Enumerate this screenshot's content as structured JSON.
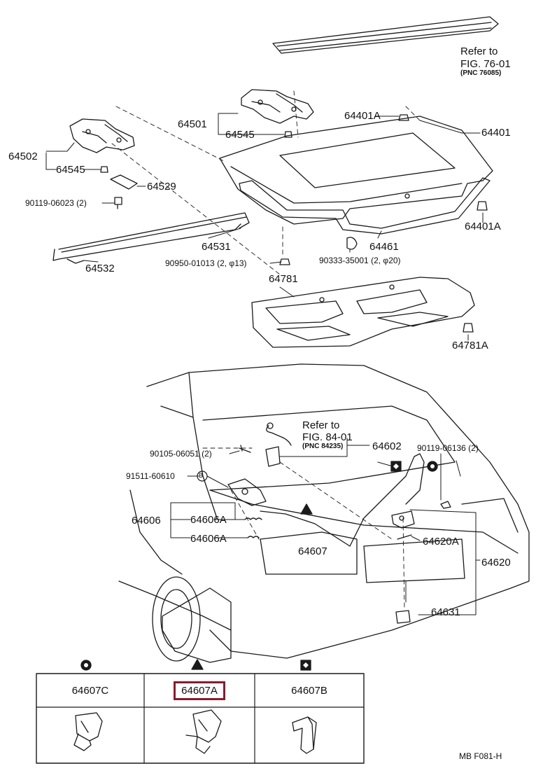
{
  "colors": {
    "ink": "#1a1a1a",
    "highlight": "#8b1a2b",
    "background": "#ffffff"
  },
  "labels": {
    "refer_76": "Refer to",
    "fig_76": "FIG. 76-01",
    "pnc_76": "(PNC 76085)",
    "p64401A_top": "64401A",
    "p64401": "64401",
    "p64501": "64501",
    "p64545_top": "64545",
    "p64502": "64502",
    "p64545_left": "64545",
    "p64529": "64529",
    "p90119_06023": "90119-06023 (2)",
    "p64531": "64531",
    "p64532": "64532",
    "p90950": "90950-01013 (2, φ13)",
    "p90333": "90333-35001 (2, φ20)",
    "p64461": "64461",
    "p64401A_right": "64401A",
    "p64781": "64781",
    "p64781A": "64781A",
    "refer_84": "Refer to",
    "fig_84": "FIG. 84-01",
    "pnc_84": "(PNC 84235)",
    "p64602": "64602",
    "p90105": "90105-06051 (2)",
    "p91511": "91511-60610",
    "p90119_06136": "90119-06136 (2)",
    "p64606": "64606",
    "p64606A_1": "64606A",
    "p64606A_2": "64606A",
    "p64607": "64607",
    "p64620A": "64620A",
    "p64620": "64620",
    "p64631": "64631",
    "footer": "MB  F081-H",
    "marker_b": "B"
  },
  "legend": [
    {
      "symbol": "circle-dot-icon",
      "part": "64607C",
      "highlighted": false
    },
    {
      "symbol": "triangle-icon",
      "part": "64607A",
      "highlighted": true
    },
    {
      "symbol": "diamond-icon",
      "part": "64607B",
      "highlighted": false
    }
  ]
}
